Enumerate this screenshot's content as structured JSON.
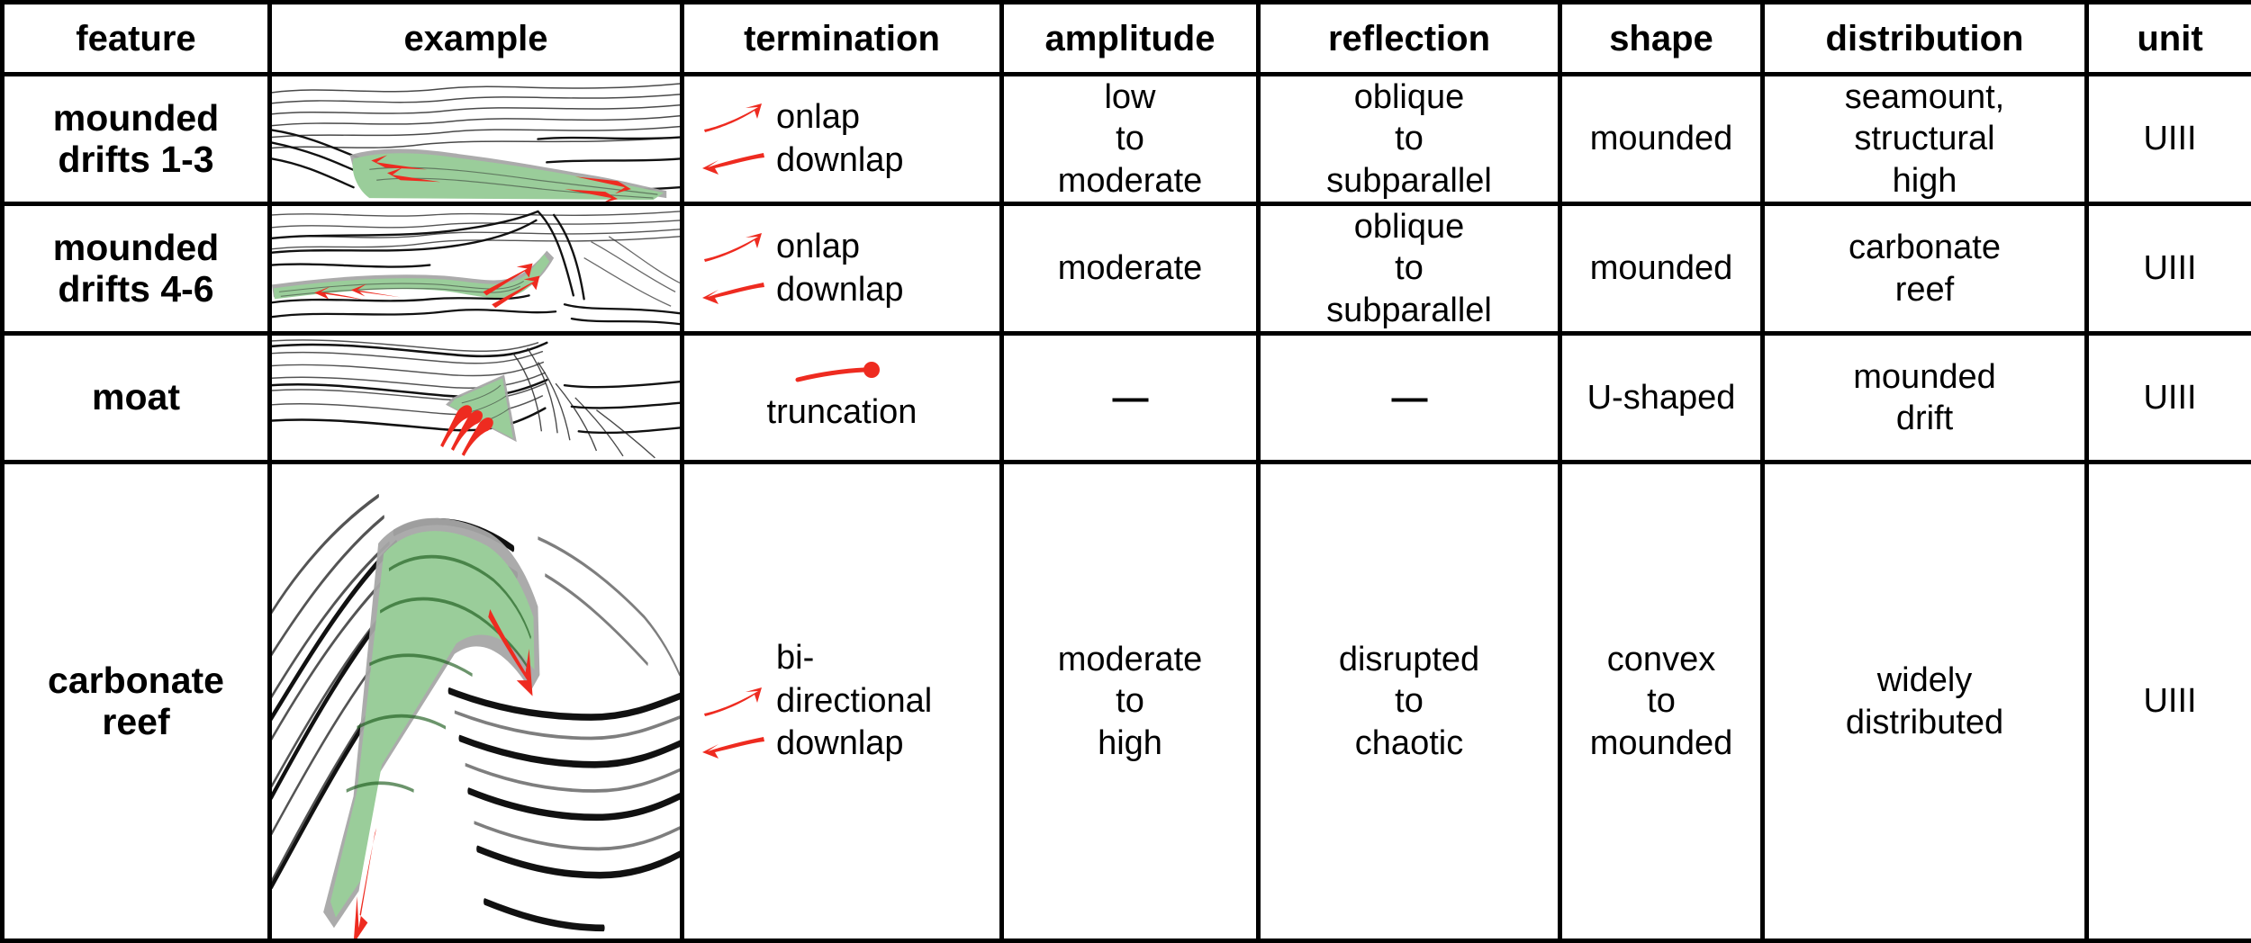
{
  "table": {
    "columns": [
      {
        "key": "feature",
        "label": "feature"
      },
      {
        "key": "example",
        "label": "example"
      },
      {
        "key": "termination",
        "label": "termination"
      },
      {
        "key": "amplitude",
        "label": "amplitude"
      },
      {
        "key": "reflection",
        "label": "reflection"
      },
      {
        "key": "shape",
        "label": "shape"
      },
      {
        "key": "distribution",
        "label": "distribution"
      },
      {
        "key": "unit",
        "label": "unit"
      }
    ],
    "rows": [
      {
        "feature": {
          "line1": "mounded",
          "line2": "drifts 1-3"
        },
        "example": {
          "caption": "seismic-section-mounded-drift-1-3",
          "fill_color": "#9ACD9A",
          "outline_color": "#A6A6A6",
          "arrow_color": "#EE2B20"
        },
        "termination": [
          {
            "symbol": "onlap-arrow-up-right",
            "label": "onlap"
          },
          {
            "symbol": "downlap-arrow-left",
            "label": "downlap"
          }
        ],
        "amplitude": [
          "low",
          "to",
          "moderate"
        ],
        "reflection": [
          "oblique",
          "to",
          "subparallel"
        ],
        "shape": [
          "mounded"
        ],
        "distribution": [
          "seamount,",
          "structural",
          "high"
        ],
        "unit": [
          "UIII"
        ]
      },
      {
        "feature": {
          "line1": "mounded",
          "line2": "drifts 4-6"
        },
        "example": {
          "caption": "seismic-section-mounded-drift-4-6",
          "fill_color": "#9ACD9A",
          "outline_color": "#A6A6A6",
          "arrow_color": "#EE2B20"
        },
        "termination": [
          {
            "symbol": "onlap-arrow-up-right",
            "label": "onlap"
          },
          {
            "symbol": "downlap-arrow-left",
            "label": "downlap"
          }
        ],
        "amplitude": [
          "moderate"
        ],
        "reflection": [
          "oblique",
          "to",
          "subparallel"
        ],
        "shape": [
          "mounded"
        ],
        "distribution": [
          "carbonate",
          "reef"
        ],
        "unit": [
          "UIII"
        ]
      },
      {
        "feature": {
          "line1": "moat",
          "line2": ""
        },
        "example": {
          "caption": "seismic-section-moat",
          "fill_color": "#9ACD9A",
          "outline_color": "#A6A6A6",
          "arrow_color": "#EE2B20"
        },
        "termination": [
          {
            "symbol": "truncation-ball-line",
            "label": "truncation"
          }
        ],
        "amplitude": [
          "—"
        ],
        "reflection": [
          "—"
        ],
        "shape": [
          "U-shaped"
        ],
        "distribution": [
          "mounded",
          "drift"
        ],
        "unit": [
          "UIII"
        ]
      },
      {
        "feature": {
          "line1": "carbonate",
          "line2": "reef"
        },
        "example": {
          "caption": "seismic-section-carbonate-reef",
          "fill_color": "#9ACD9A",
          "outline_color": "#A6A6A6",
          "arrow_color": "#EE2B20"
        },
        "termination": [
          {
            "symbol": "none",
            "label": "bi-"
          },
          {
            "symbol": "onlap-arrow-up-right",
            "label": "directional"
          },
          {
            "symbol": "downlap-arrow-left",
            "label": "downlap"
          }
        ],
        "amplitude": [
          "moderate",
          "to",
          "high"
        ],
        "reflection": [
          "disrupted",
          "to",
          "chaotic"
        ],
        "shape": [
          "convex",
          "to",
          "mounded"
        ],
        "distribution": [
          "widely",
          "distributed"
        ],
        "unit": [
          "UIII"
        ]
      }
    ]
  },
  "colors": {
    "border": "#000000",
    "background": "#FFFFFF",
    "green_fill": "#9ACD9A",
    "gray_outline": "#A6A6A6",
    "red_arrow": "#EE2B20"
  }
}
